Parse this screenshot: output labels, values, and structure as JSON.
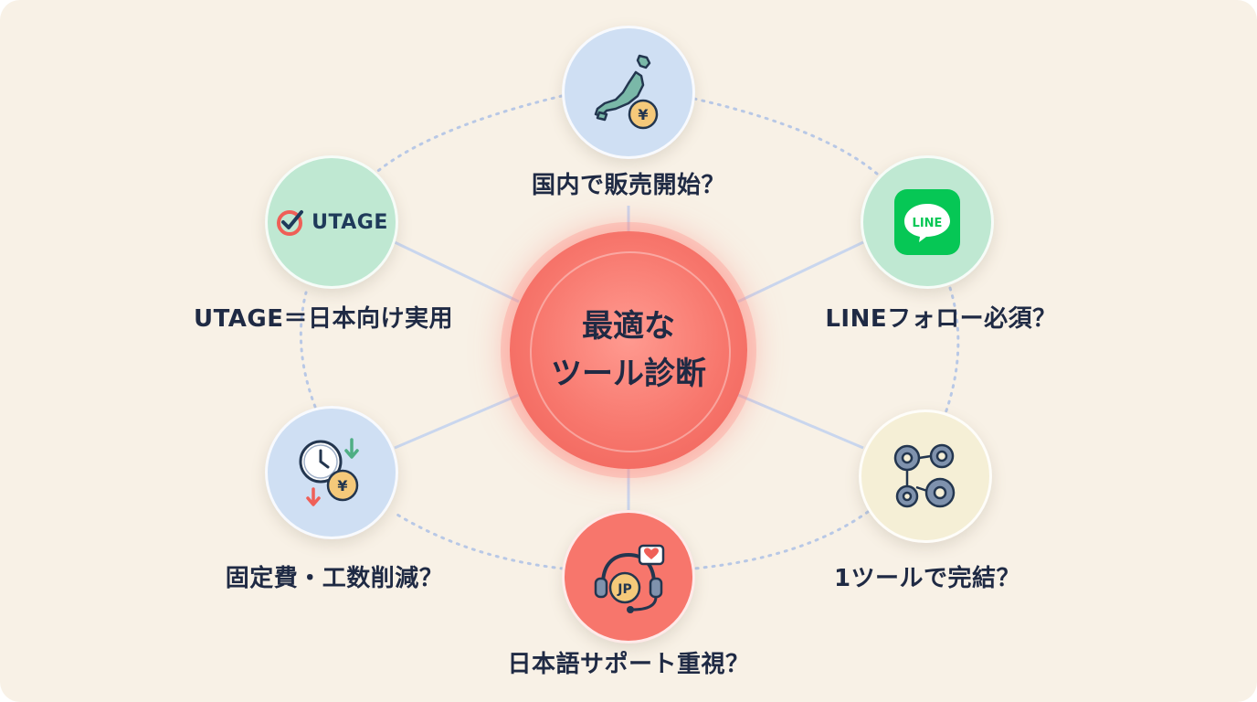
{
  "center": {
    "line1": "最適な",
    "line2": "ツール診断"
  },
  "nodes": {
    "top": {
      "label": "国内で販売開始？",
      "icon": "japan-map-yen-icon",
      "color": "#cfdff3"
    },
    "top_right": {
      "label": "LINEフォロー必須？",
      "icon": "line-logo-icon",
      "logo_text": "LINE",
      "color": "#bfe8d2"
    },
    "bottom_right": {
      "label": "1ツールで完結？",
      "icon": "gears-icon",
      "color": "#f5efd6"
    },
    "bottom": {
      "label": "日本語サポート重視？",
      "icon": "headset-support-icon",
      "badge_text": "JP",
      "color": "#f7766c"
    },
    "bottom_left": {
      "label": "固定費・工数削減？",
      "icon": "clock-yen-reduction-icon",
      "color": "#cfdff3"
    },
    "top_left": {
      "label": "UTAGE＝日本向け実用",
      "icon": "utage-logo-icon",
      "logo_text": "UTAGE",
      "color": "#bfe8d2"
    }
  },
  "colors": {
    "background": "#f8f1e6",
    "text": "#1f2a44",
    "accent_red": "#f7766c",
    "line_green": "#06c755",
    "connector": "#c9d6ee"
  }
}
